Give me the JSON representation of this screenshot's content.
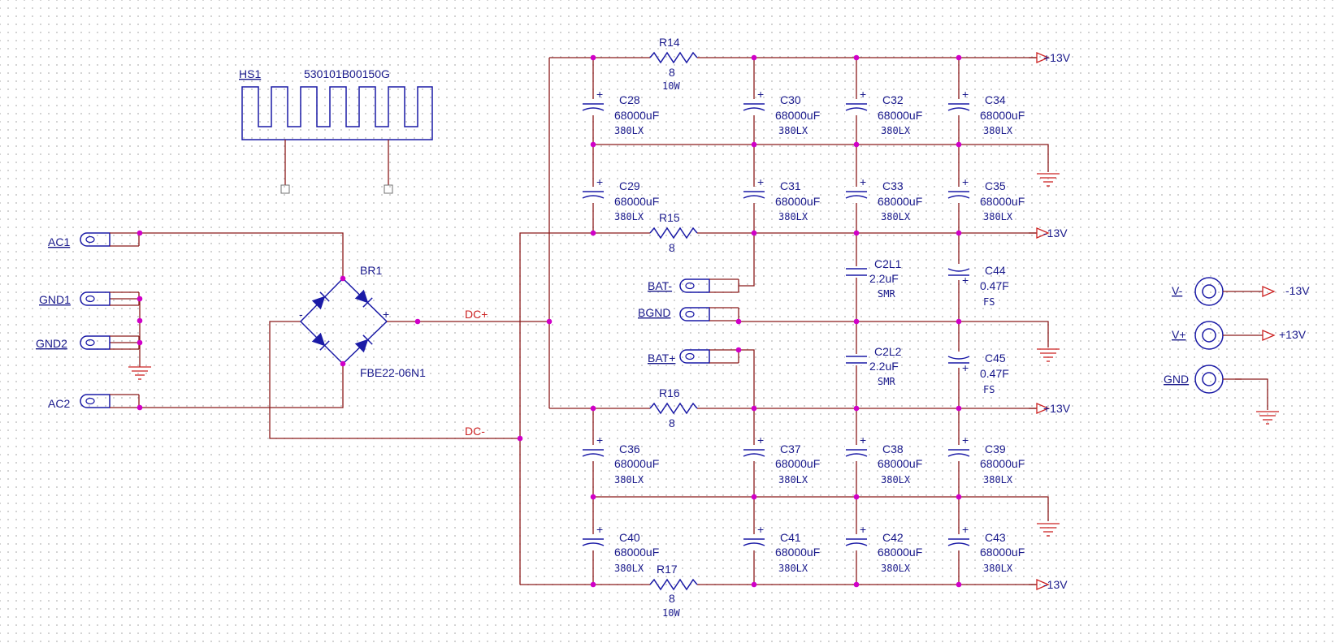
{
  "colors": {
    "wire": "#8b1a1a",
    "symbol": "#1a1aa6",
    "junction": "#d000c8",
    "net_label": "#cc2222",
    "text": "#1a1a8c"
  },
  "heatsink": {
    "ref": "HS1",
    "value": "530101B00150G"
  },
  "bridge": {
    "ref": "BR1",
    "value": "FBE22-06N1",
    "plus": "+",
    "minus": "-"
  },
  "net_labels": {
    "dc_plus": "DC+",
    "dc_minus": "DC-"
  },
  "connectors": {
    "ac1": "AC1",
    "gnd1": "GND1",
    "gnd2": "GND2",
    "ac2": "AC2",
    "bat_minus": "BAT-",
    "bgnd": "BGND",
    "bat_plus": "BAT+"
  },
  "resistors": [
    {
      "ref": "R14",
      "value": "8",
      "extra": "10W"
    },
    {
      "ref": "R15",
      "value": "8",
      "extra": ""
    },
    {
      "ref": "R16",
      "value": "8",
      "extra": ""
    },
    {
      "ref": "R17",
      "value": "8",
      "extra": "10W"
    }
  ],
  "capacitors": [
    {
      "ref": "C28",
      "value": "68000uF",
      "type": "380LX"
    },
    {
      "ref": "C30",
      "value": "68000uF",
      "type": "380LX"
    },
    {
      "ref": "C32",
      "value": "68000uF",
      "type": "380LX"
    },
    {
      "ref": "C34",
      "value": "68000uF",
      "type": "380LX"
    },
    {
      "ref": "C29",
      "value": "68000uF",
      "type": "380LX"
    },
    {
      "ref": "C31",
      "value": "68000uF",
      "type": "380LX"
    },
    {
      "ref": "C33",
      "value": "68000uF",
      "type": "380LX"
    },
    {
      "ref": "C35",
      "value": "68000uF",
      "type": "380LX"
    },
    {
      "ref": "C36",
      "value": "68000uF",
      "type": "380LX"
    },
    {
      "ref": "C37",
      "value": "68000uF",
      "type": "380LX"
    },
    {
      "ref": "C38",
      "value": "68000uF",
      "type": "380LX"
    },
    {
      "ref": "C39",
      "value": "68000uF",
      "type": "380LX"
    },
    {
      "ref": "C40",
      "value": "68000uF",
      "type": "380LX"
    },
    {
      "ref": "C41",
      "value": "68000uF",
      "type": "380LX"
    },
    {
      "ref": "C42",
      "value": "68000uF",
      "type": "380LX"
    },
    {
      "ref": "C43",
      "value": "68000uF",
      "type": "380LX"
    },
    {
      "ref": "C2L1",
      "value": "2.2uF",
      "type": "SMR"
    },
    {
      "ref": "C44",
      "value": "0.47F",
      "type": "FS"
    },
    {
      "ref": "C2L2",
      "value": "2.2uF",
      "type": "SMR"
    },
    {
      "ref": "C45",
      "value": "0.47F",
      "type": "FS"
    }
  ],
  "power_ports": {
    "p1": "+13V",
    "p2": "-13V",
    "p3": "+13V",
    "p4": "-13V",
    "out_neg": "-13V",
    "out_pos": "+13V"
  },
  "output_jacks": {
    "vneg": "V-",
    "vpos": "V+",
    "gnd": "GND"
  }
}
